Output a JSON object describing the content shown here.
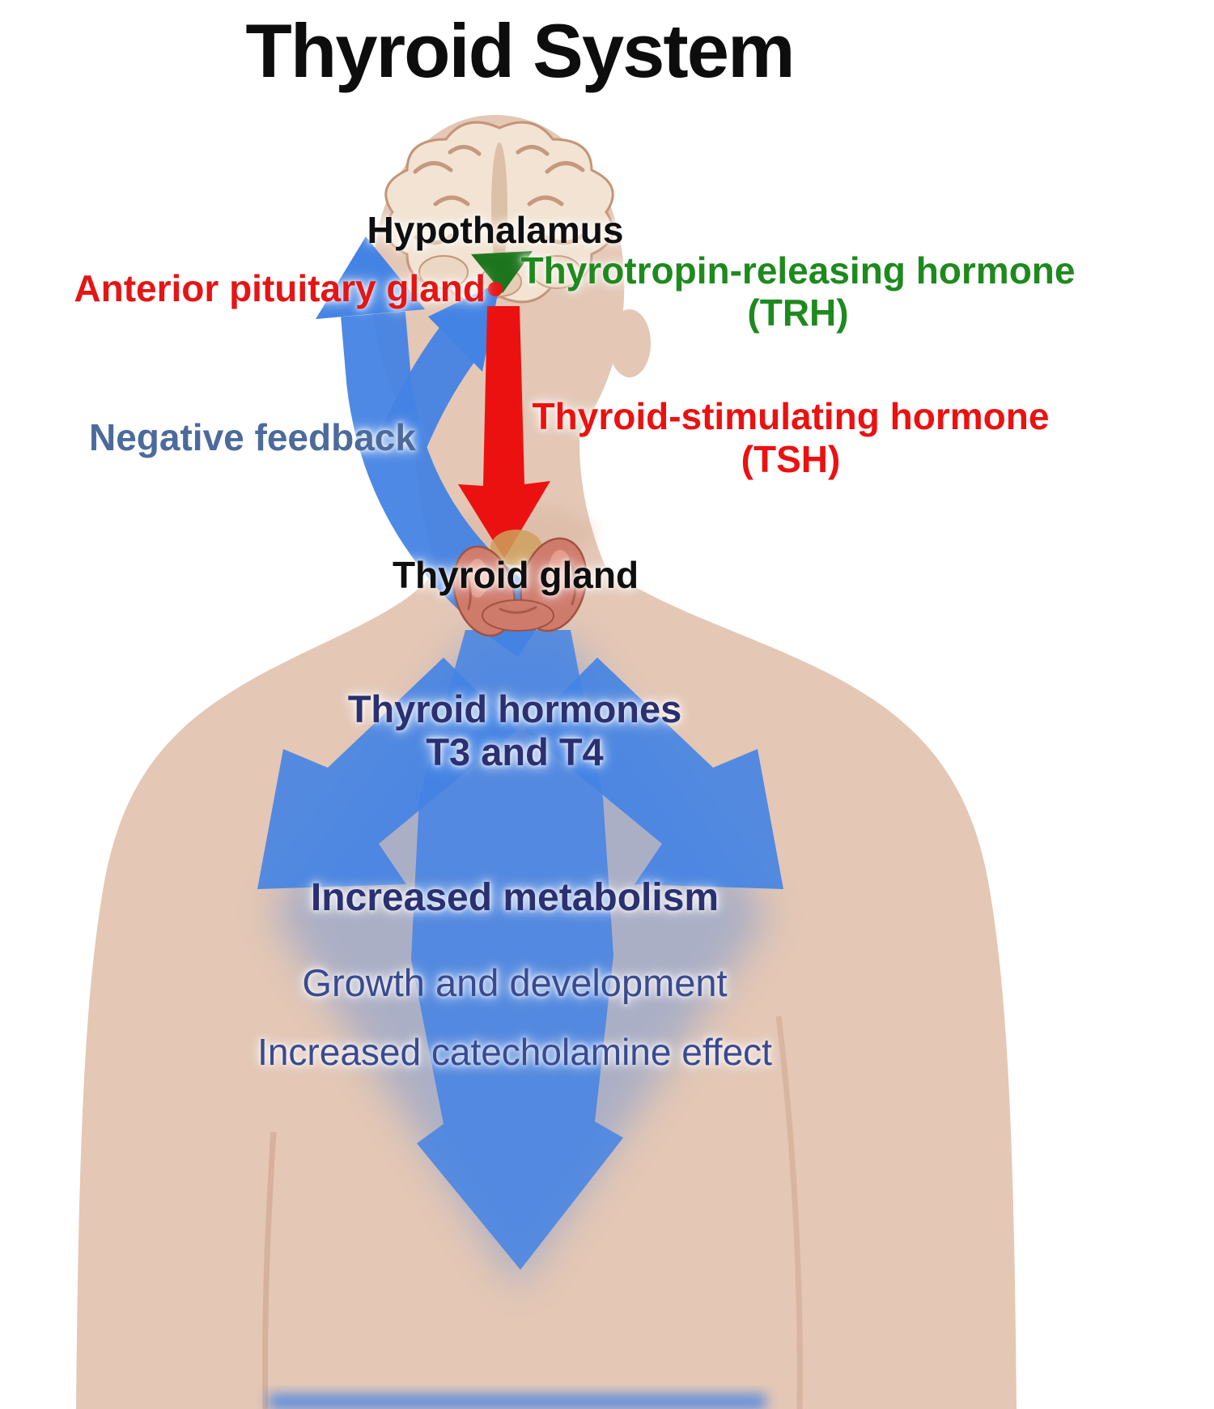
{
  "title": "Thyroid System",
  "labels": {
    "hypothalamus": "Hypothalamus",
    "anterior_pituitary": "Anterior pituitary gland",
    "trh_line1": "Thyrotropin-releasing hormone",
    "trh_line2": "(TRH)",
    "tsh_line1": "Thyroid-stimulating hormone",
    "tsh_line2": "(TSH)",
    "negative_feedback": "Negative feedback",
    "thyroid_gland": "Thyroid gland",
    "thyroid_hormones_line1": "Thyroid hormones",
    "thyroid_hormones_line2": "T3 and T4",
    "increased_metabolism": "Increased metabolism",
    "growth_development": "Growth and development",
    "increased_catecholamine": "Increased catecholamine effect"
  },
  "illustrations": {
    "body": "human-silhouette",
    "brain": "brain-cross-section",
    "thyroid": "thyroid-gland-butterfly"
  },
  "colors": {
    "background": "#ffffff",
    "skin": "#e4c7b5",
    "skin_shadow": "#d5b09b",
    "arrow_blue": "#4383e4",
    "arrow_red": "#ec1111",
    "trh_green_text": "#1e8a1e",
    "funnel_green": "#1c741c",
    "label_red": "#e51515",
    "label_black": "#0f0f0f",
    "label_navy": "#2a3070",
    "label_steel_blue": "#4c6a9c",
    "label_body_blue": "#3a4a90",
    "brain_fill": "#f2e3d2",
    "brain_line": "#c39579",
    "thyroid_pink": "#cf7b6c",
    "thyroid_dark": "#a0523f"
  }
}
